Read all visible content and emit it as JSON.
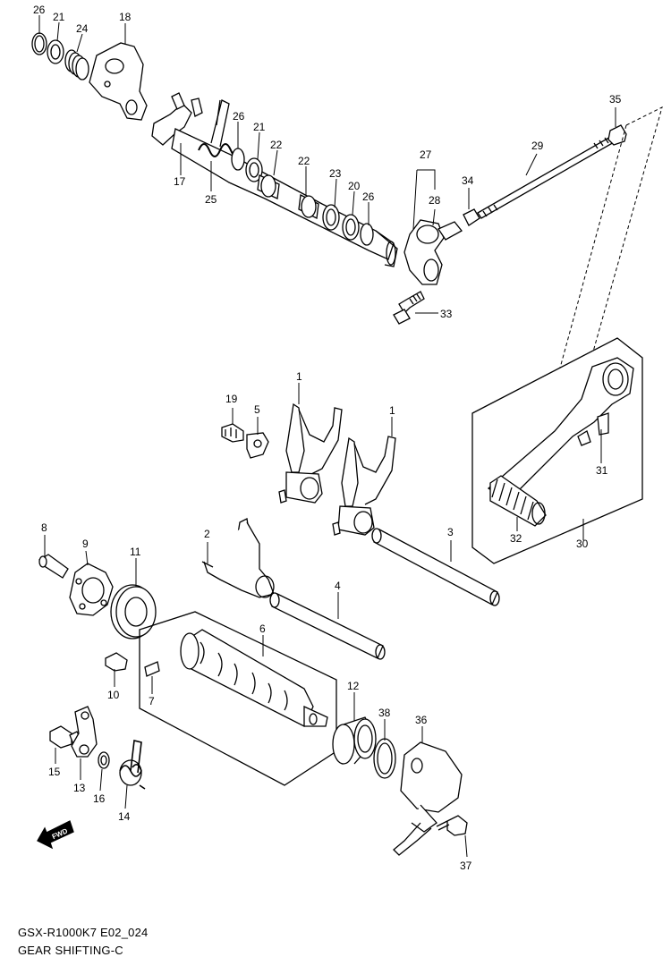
{
  "diagram": {
    "model_code": "GSX-R1000K7 E02_024",
    "title": "GEAR SHIFTING-C",
    "direction_label": "FWD",
    "callouts": [
      {
        "id": "c26a",
        "label": "26"
      },
      {
        "id": "c21a",
        "label": "21"
      },
      {
        "id": "c24",
        "label": "24"
      },
      {
        "id": "c18",
        "label": "18"
      },
      {
        "id": "c26b",
        "label": "26"
      },
      {
        "id": "c21b",
        "label": "21"
      },
      {
        "id": "c22a",
        "label": "22"
      },
      {
        "id": "c22b",
        "label": "22"
      },
      {
        "id": "c23",
        "label": "23"
      },
      {
        "id": "c20",
        "label": "20"
      },
      {
        "id": "c26c",
        "label": "26"
      },
      {
        "id": "c17",
        "label": "17"
      },
      {
        "id": "c25",
        "label": "25"
      },
      {
        "id": "c27",
        "label": "27"
      },
      {
        "id": "c28",
        "label": "28"
      },
      {
        "id": "c34",
        "label": "34"
      },
      {
        "id": "c29",
        "label": "29"
      },
      {
        "id": "c35",
        "label": "35"
      },
      {
        "id": "c33",
        "label": "33"
      },
      {
        "id": "c1a",
        "label": "1"
      },
      {
        "id": "c1b",
        "label": "1"
      },
      {
        "id": "c19",
        "label": "19"
      },
      {
        "id": "c5",
        "label": "5"
      },
      {
        "id": "c31",
        "label": "31"
      },
      {
        "id": "c32",
        "label": "32"
      },
      {
        "id": "c30",
        "label": "30"
      },
      {
        "id": "c8",
        "label": "8"
      },
      {
        "id": "c9",
        "label": "9"
      },
      {
        "id": "c11",
        "label": "11"
      },
      {
        "id": "c2",
        "label": "2"
      },
      {
        "id": "c3",
        "label": "3"
      },
      {
        "id": "c4",
        "label": "4"
      },
      {
        "id": "c6",
        "label": "6"
      },
      {
        "id": "c10",
        "label": "10"
      },
      {
        "id": "c7",
        "label": "7"
      },
      {
        "id": "c12",
        "label": "12"
      },
      {
        "id": "c38",
        "label": "38"
      },
      {
        "id": "c36",
        "label": "36"
      },
      {
        "id": "c15",
        "label": "15"
      },
      {
        "id": "c13",
        "label": "13"
      },
      {
        "id": "c16",
        "label": "16"
      },
      {
        "id": "c14",
        "label": "14"
      },
      {
        "id": "c37",
        "label": "37"
      }
    ]
  }
}
